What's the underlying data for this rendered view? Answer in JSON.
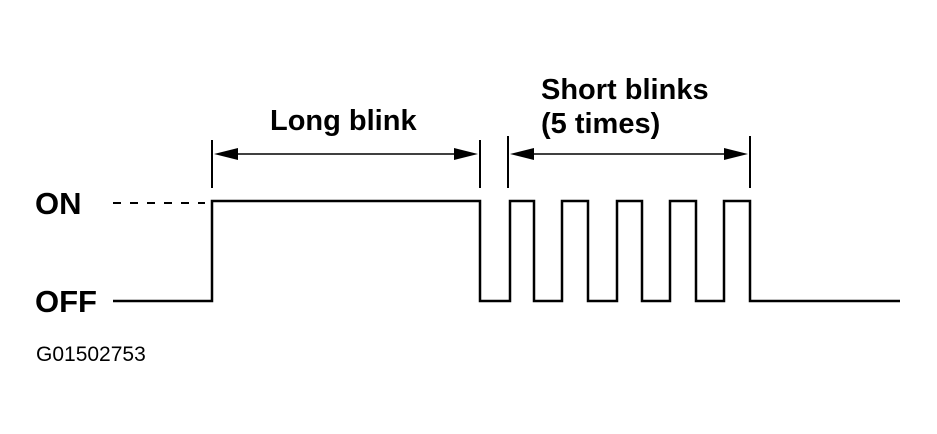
{
  "labels": {
    "on": "ON",
    "off": "OFF",
    "long_blink": "Long blink",
    "short_blinks_line1": "Short blinks",
    "short_blinks_line2": "(5 times)",
    "figure_code": "G01502753"
  },
  "signal": {
    "short_blink_count": 5
  },
  "colors": {
    "ink": "#000000",
    "background": "#ffffff"
  }
}
